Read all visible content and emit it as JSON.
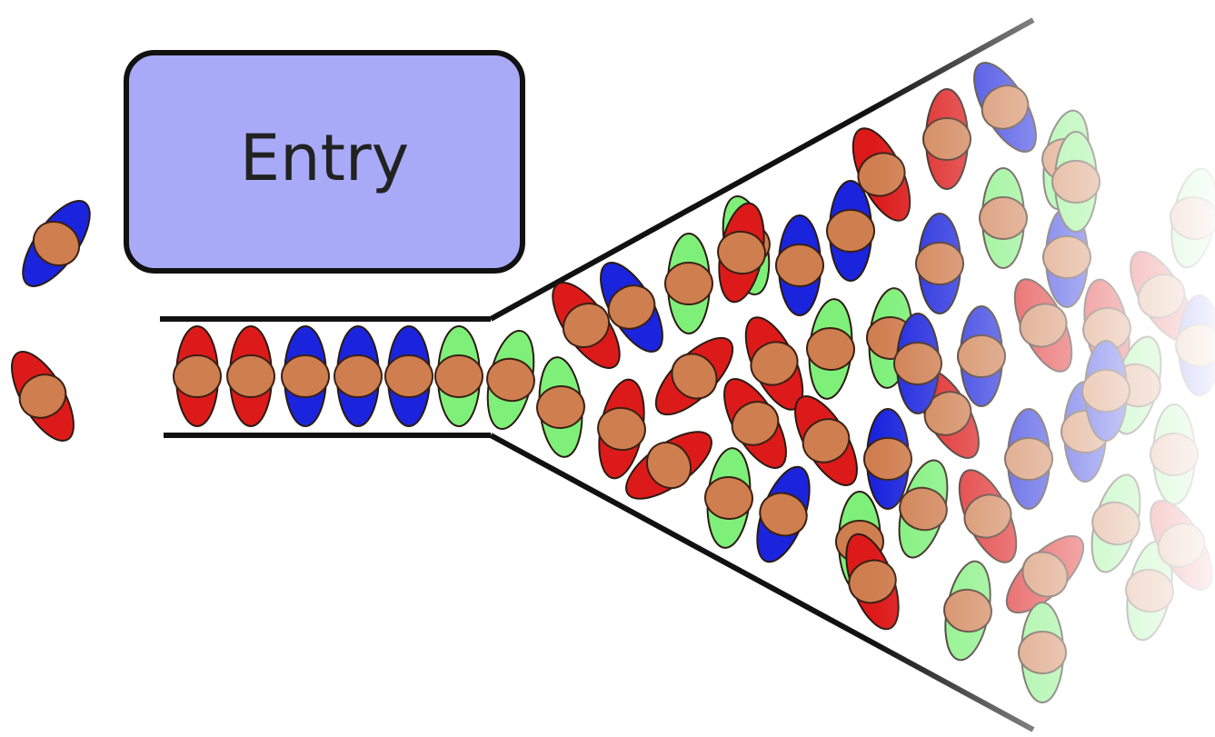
{
  "diagram": {
    "box_label": "Entry",
    "colors": {
      "red": "#dd1a1a",
      "blue": "#1a24dd",
      "green": "#7ef07a",
      "core": "#cf7e4f",
      "box_fill": "#a8aaf8",
      "outline": "#111111"
    },
    "elements": {
      "entering": [
        "blue",
        "red"
      ],
      "queue": [
        "red",
        "red",
        "blue",
        "blue",
        "blue",
        "green",
        "green"
      ],
      "spreading": [
        "green",
        "red",
        "blue",
        "red",
        "red",
        "red",
        "green",
        "green",
        "red",
        "red",
        "blue",
        "red",
        "blue",
        "green",
        "green",
        "blue",
        "blue",
        "red",
        "blue",
        "green",
        "green",
        "red",
        "blue",
        "red",
        "red",
        "green",
        "green",
        "blue",
        "red",
        "red",
        "green",
        "blue",
        "blue",
        "red",
        "green",
        "red",
        "green",
        "green",
        "blue",
        "green",
        "red",
        "green",
        "green",
        "blue",
        "red",
        "blue",
        "green",
        "green",
        "blue",
        "red"
      ]
    }
  }
}
